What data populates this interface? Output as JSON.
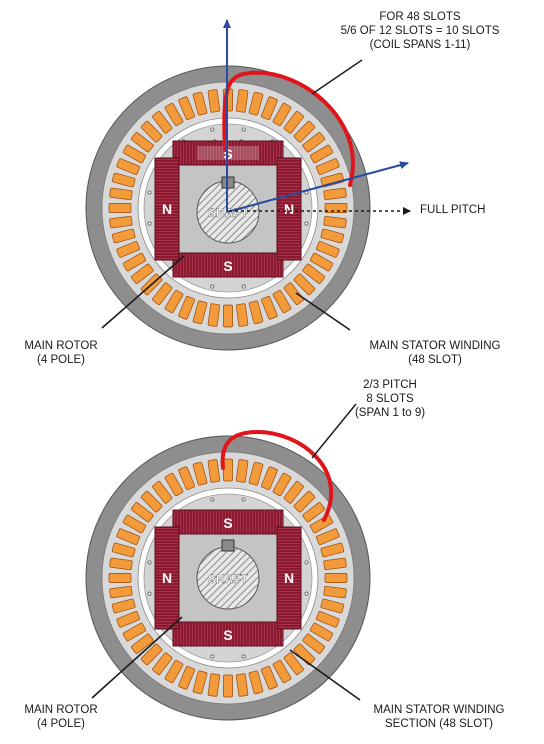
{
  "colors": {
    "stator_outer": "#8e8e8e",
    "stator_face": "#d9d9d9",
    "slot_fill": "#f39a3a",
    "slot_edge": "#9a4a0a",
    "rotor_core": "#c9c9c9",
    "pole_winding": "#8b1a30",
    "coil_red": "#e0141b",
    "arrow_blue": "#2b4aa0"
  },
  "top_diagram": {
    "coil_note": [
      "FOR 48 SLOTS",
      "5/6 OF 12 SLOTS = 10 SLOTS",
      "(COIL SPANS 1-11)"
    ],
    "full_pitch_label": "FULL PITCH",
    "rotor_label": [
      "MAIN ROTOR",
      "(4 POLE)"
    ],
    "stator_label": [
      "MAIN STATOR WINDING",
      "(48 SLOT)"
    ],
    "pole_letters": {
      "top": "S",
      "bottom": "S",
      "left": "N",
      "right": "N"
    },
    "shaft_label": "SHAFT"
  },
  "bottom_diagram": {
    "coil_note": [
      "2/3 PITCH",
      "8 SLOTS",
      "(SPAN 1 to 9)"
    ],
    "rotor_label": [
      "MAIN ROTOR",
      "(4 POLE)"
    ],
    "stator_label": [
      "MAIN STATOR WINDING",
      "SECTION (48 SLOT)"
    ],
    "pole_letters": {
      "top": "S",
      "bottom": "S",
      "left": "N",
      "right": "N"
    },
    "shaft_label": "SHAFT"
  },
  "slot_count": 48
}
